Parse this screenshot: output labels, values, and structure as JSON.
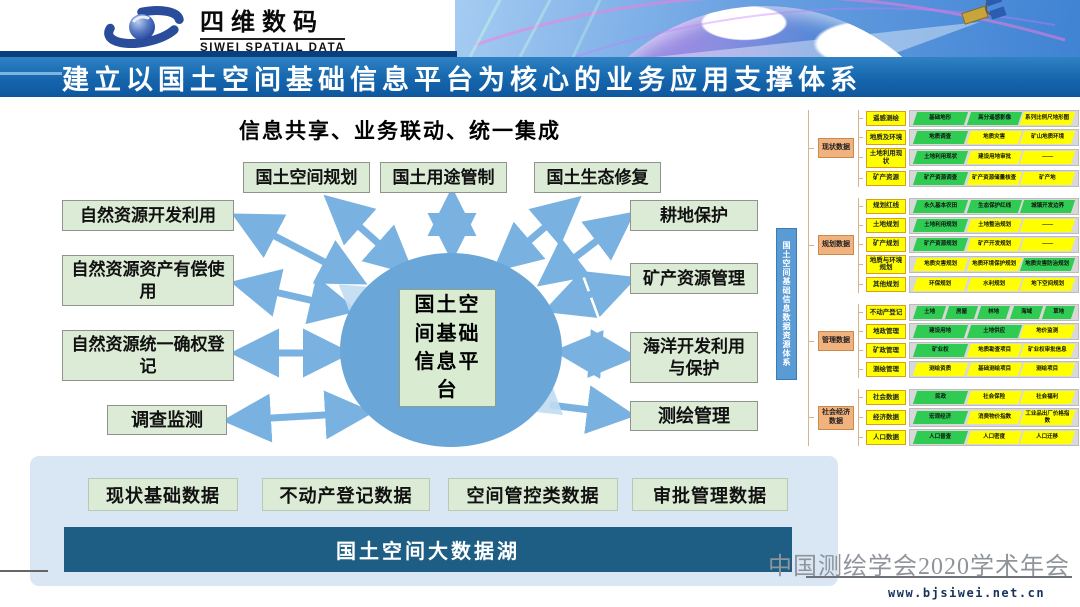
{
  "header": {
    "logo": {
      "title": "四维数码",
      "subtitle": "SIWEI SPATIAL DATA",
      "icon": "swoosh-eye-icon"
    },
    "decor": {
      "globe_icon": "earth-globe",
      "satellite_icon": "satellite"
    }
  },
  "title_bar": {
    "title": "建立以国土空间基础信息平台为核心的业务应用支撑体系"
  },
  "diagram": {
    "subtitle": "信息共享、业务联动、统一集成",
    "hub": "国土空间基础信息平台",
    "spokes_top": [
      "国土空间规划",
      "国土用途管制",
      "国土生态修复"
    ],
    "spokes_left": [
      "自然资源开发利用",
      "自然资源资产有偿使用",
      "自然资源统一确权登记",
      "调查监测"
    ],
    "spokes_right": [
      "耕地保护",
      "矿产资源管理",
      "海洋开发利用与保护",
      "测绘管理"
    ]
  },
  "data_layer": {
    "boxes": [
      "现状基础数据",
      "不动产登记数据",
      "空间管控类数据",
      "审批管理数据"
    ],
    "lake": "国土空间大数据湖"
  },
  "right_panel": {
    "root": "国土空间基础信息数据资源体系",
    "groups": [
      {
        "label": "现状数据",
        "rows": [
          {
            "label": "遥感测绘",
            "items": [
              {
                "t": "基础地形",
                "c": "g"
              },
              {
                "t": "高分遥感影像",
                "c": "g"
              },
              {
                "t": "系列比例尺地形图",
                "c": "y"
              }
            ]
          },
          {
            "label": "地质及环境",
            "items": [
              {
                "t": "地质调查",
                "c": "g"
              },
              {
                "t": "地质灾害",
                "c": "y"
              },
              {
                "t": "矿山地质环境",
                "c": "y"
              }
            ]
          },
          {
            "label": "土地利用现状",
            "items": [
              {
                "t": "土地利用现状",
                "c": "g"
              },
              {
                "t": "建设用地审批",
                "c": "y"
              },
              {
                "t": "——",
                "c": "y"
              }
            ]
          },
          {
            "label": "矿产资源",
            "items": [
              {
                "t": "矿产资源调查",
                "c": "g"
              },
              {
                "t": "矿产资源储量核查",
                "c": "y"
              },
              {
                "t": "矿产地",
                "c": "y"
              }
            ]
          }
        ]
      },
      {
        "label": "规划数据",
        "rows": [
          {
            "label": "规划红线",
            "items": [
              {
                "t": "永久基本农田",
                "c": "g"
              },
              {
                "t": "生态保护红线",
                "c": "g"
              },
              {
                "t": "城镇开发边界",
                "c": "g"
              }
            ]
          },
          {
            "label": "土地规划",
            "items": [
              {
                "t": "土地利用规划",
                "c": "g"
              },
              {
                "t": "土地整治规划",
                "c": "y"
              },
              {
                "t": "——",
                "c": "y"
              }
            ]
          },
          {
            "label": "矿产规划",
            "items": [
              {
                "t": "矿产资源规划",
                "c": "g"
              },
              {
                "t": "矿产开发规划",
                "c": "y"
              },
              {
                "t": "——",
                "c": "y"
              }
            ]
          },
          {
            "label": "地质与环境规划",
            "items": [
              {
                "t": "地质灾害规划",
                "c": "y"
              },
              {
                "t": "地质环境保护规划",
                "c": "y"
              },
              {
                "t": "地质灾害防治规划",
                "c": "g"
              }
            ]
          },
          {
            "label": "其他规划",
            "items": [
              {
                "t": "环保规划",
                "c": "y"
              },
              {
                "t": "水利规划",
                "c": "y"
              },
              {
                "t": "地下空间规划",
                "c": "y"
              }
            ]
          }
        ]
      },
      {
        "label": "管理数据",
        "rows": [
          {
            "label": "不动产登记",
            "items": [
              {
                "t": "土地",
                "c": "g"
              },
              {
                "t": "房屋",
                "c": "g"
              },
              {
                "t": "林地",
                "c": "g"
              },
              {
                "t": "海域",
                "c": "g"
              },
              {
                "t": "草地",
                "c": "g"
              }
            ]
          },
          {
            "label": "地政管理",
            "items": [
              {
                "t": "建设用地",
                "c": "g"
              },
              {
                "t": "土地供应",
                "c": "g"
              },
              {
                "t": "地价监测",
                "c": "y"
              }
            ]
          },
          {
            "label": "矿政管理",
            "items": [
              {
                "t": "矿业权",
                "c": "g"
              },
              {
                "t": "地质勘查项目",
                "c": "y"
              },
              {
                "t": "矿业权审批信息",
                "c": "y"
              }
            ]
          },
          {
            "label": "测绘管理",
            "items": [
              {
                "t": "测绘资质",
                "c": "y"
              },
              {
                "t": "基础测绘项目",
                "c": "y"
              },
              {
                "t": "测绘项目",
                "c": "y"
              }
            ]
          }
        ]
      },
      {
        "label": "社会经济数据",
        "rows": [
          {
            "label": "社会数据",
            "items": [
              {
                "t": "民政",
                "c": "g"
              },
              {
                "t": "社会保险",
                "c": "y"
              },
              {
                "t": "社会福利",
                "c": "y"
              }
            ]
          },
          {
            "label": "经济数据",
            "items": [
              {
                "t": "宏观经济",
                "c": "g"
              },
              {
                "t": "消费物价指数",
                "c": "y"
              },
              {
                "t": "工业品出厂价格指数",
                "c": "y"
              }
            ]
          },
          {
            "label": "人口数据",
            "items": [
              {
                "t": "人口普查",
                "c": "g"
              },
              {
                "t": "人口密度",
                "c": "y"
              },
              {
                "t": "人口迁移",
                "c": "y"
              }
            ]
          }
        ]
      }
    ]
  },
  "footer": {
    "watermark": "中国测绘学会2020学术年会",
    "website": "www.bjsiwei.net.cn"
  },
  "colors": {
    "title_bar": "#1566ae",
    "hub_circle": "#6aa6d8",
    "box_green": "#dcebd5",
    "arrow": "#79b2e1",
    "lake_bar": "#1e5e84",
    "panel_bg": "#d9e7f4",
    "tree_green": "#2fcb52",
    "tree_yellow": "#ffff00",
    "tree_orange": "#f2b27e",
    "tree_blue": "#5b9bd5"
  }
}
